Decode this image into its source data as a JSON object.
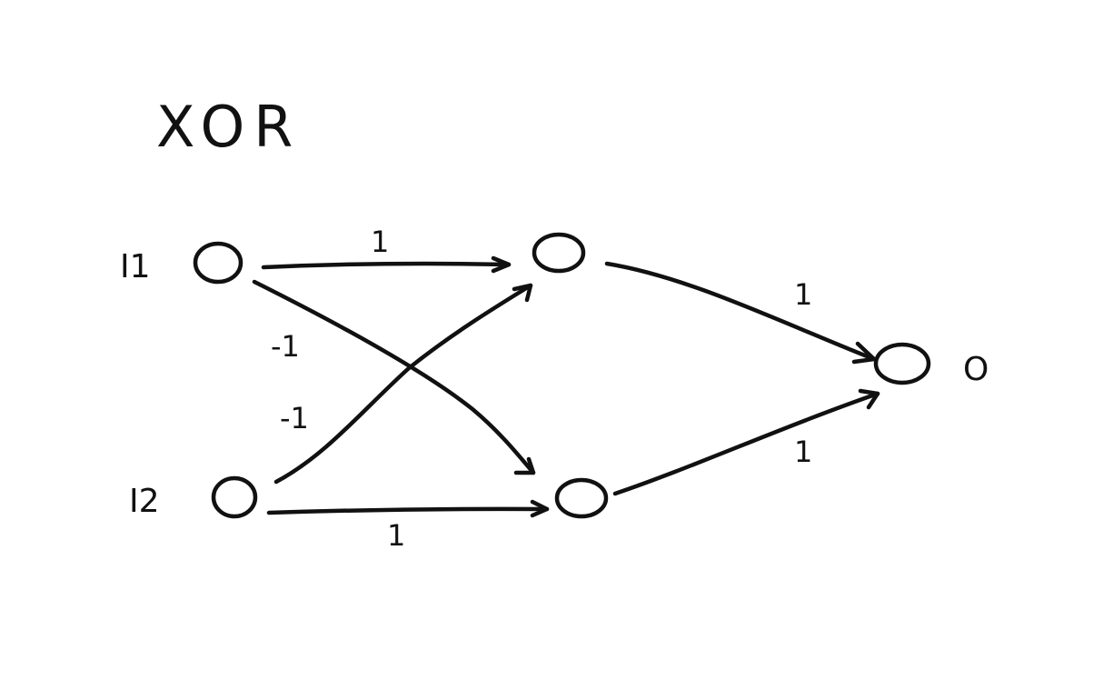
{
  "title": "XOR",
  "nodes": {
    "input_1": {
      "label": "I1"
    },
    "input_2": {
      "label": "I2"
    },
    "hidden_1": {
      "label": ""
    },
    "hidden_2": {
      "label": ""
    },
    "output": {
      "label": "O"
    }
  },
  "edges": [
    {
      "from": "input_1",
      "to": "hidden_1",
      "weight": "1"
    },
    {
      "from": "input_1",
      "to": "hidden_2",
      "weight": "-1"
    },
    {
      "from": "input_2",
      "to": "hidden_1",
      "weight": "-1"
    },
    {
      "from": "input_2",
      "to": "hidden_2",
      "weight": "1"
    },
    {
      "from": "hidden_1",
      "to": "output",
      "weight": "1"
    },
    {
      "from": "hidden_2",
      "to": "output",
      "weight": "1"
    }
  ],
  "colors": {
    "ink": "#111111",
    "background": "#ffffff"
  }
}
